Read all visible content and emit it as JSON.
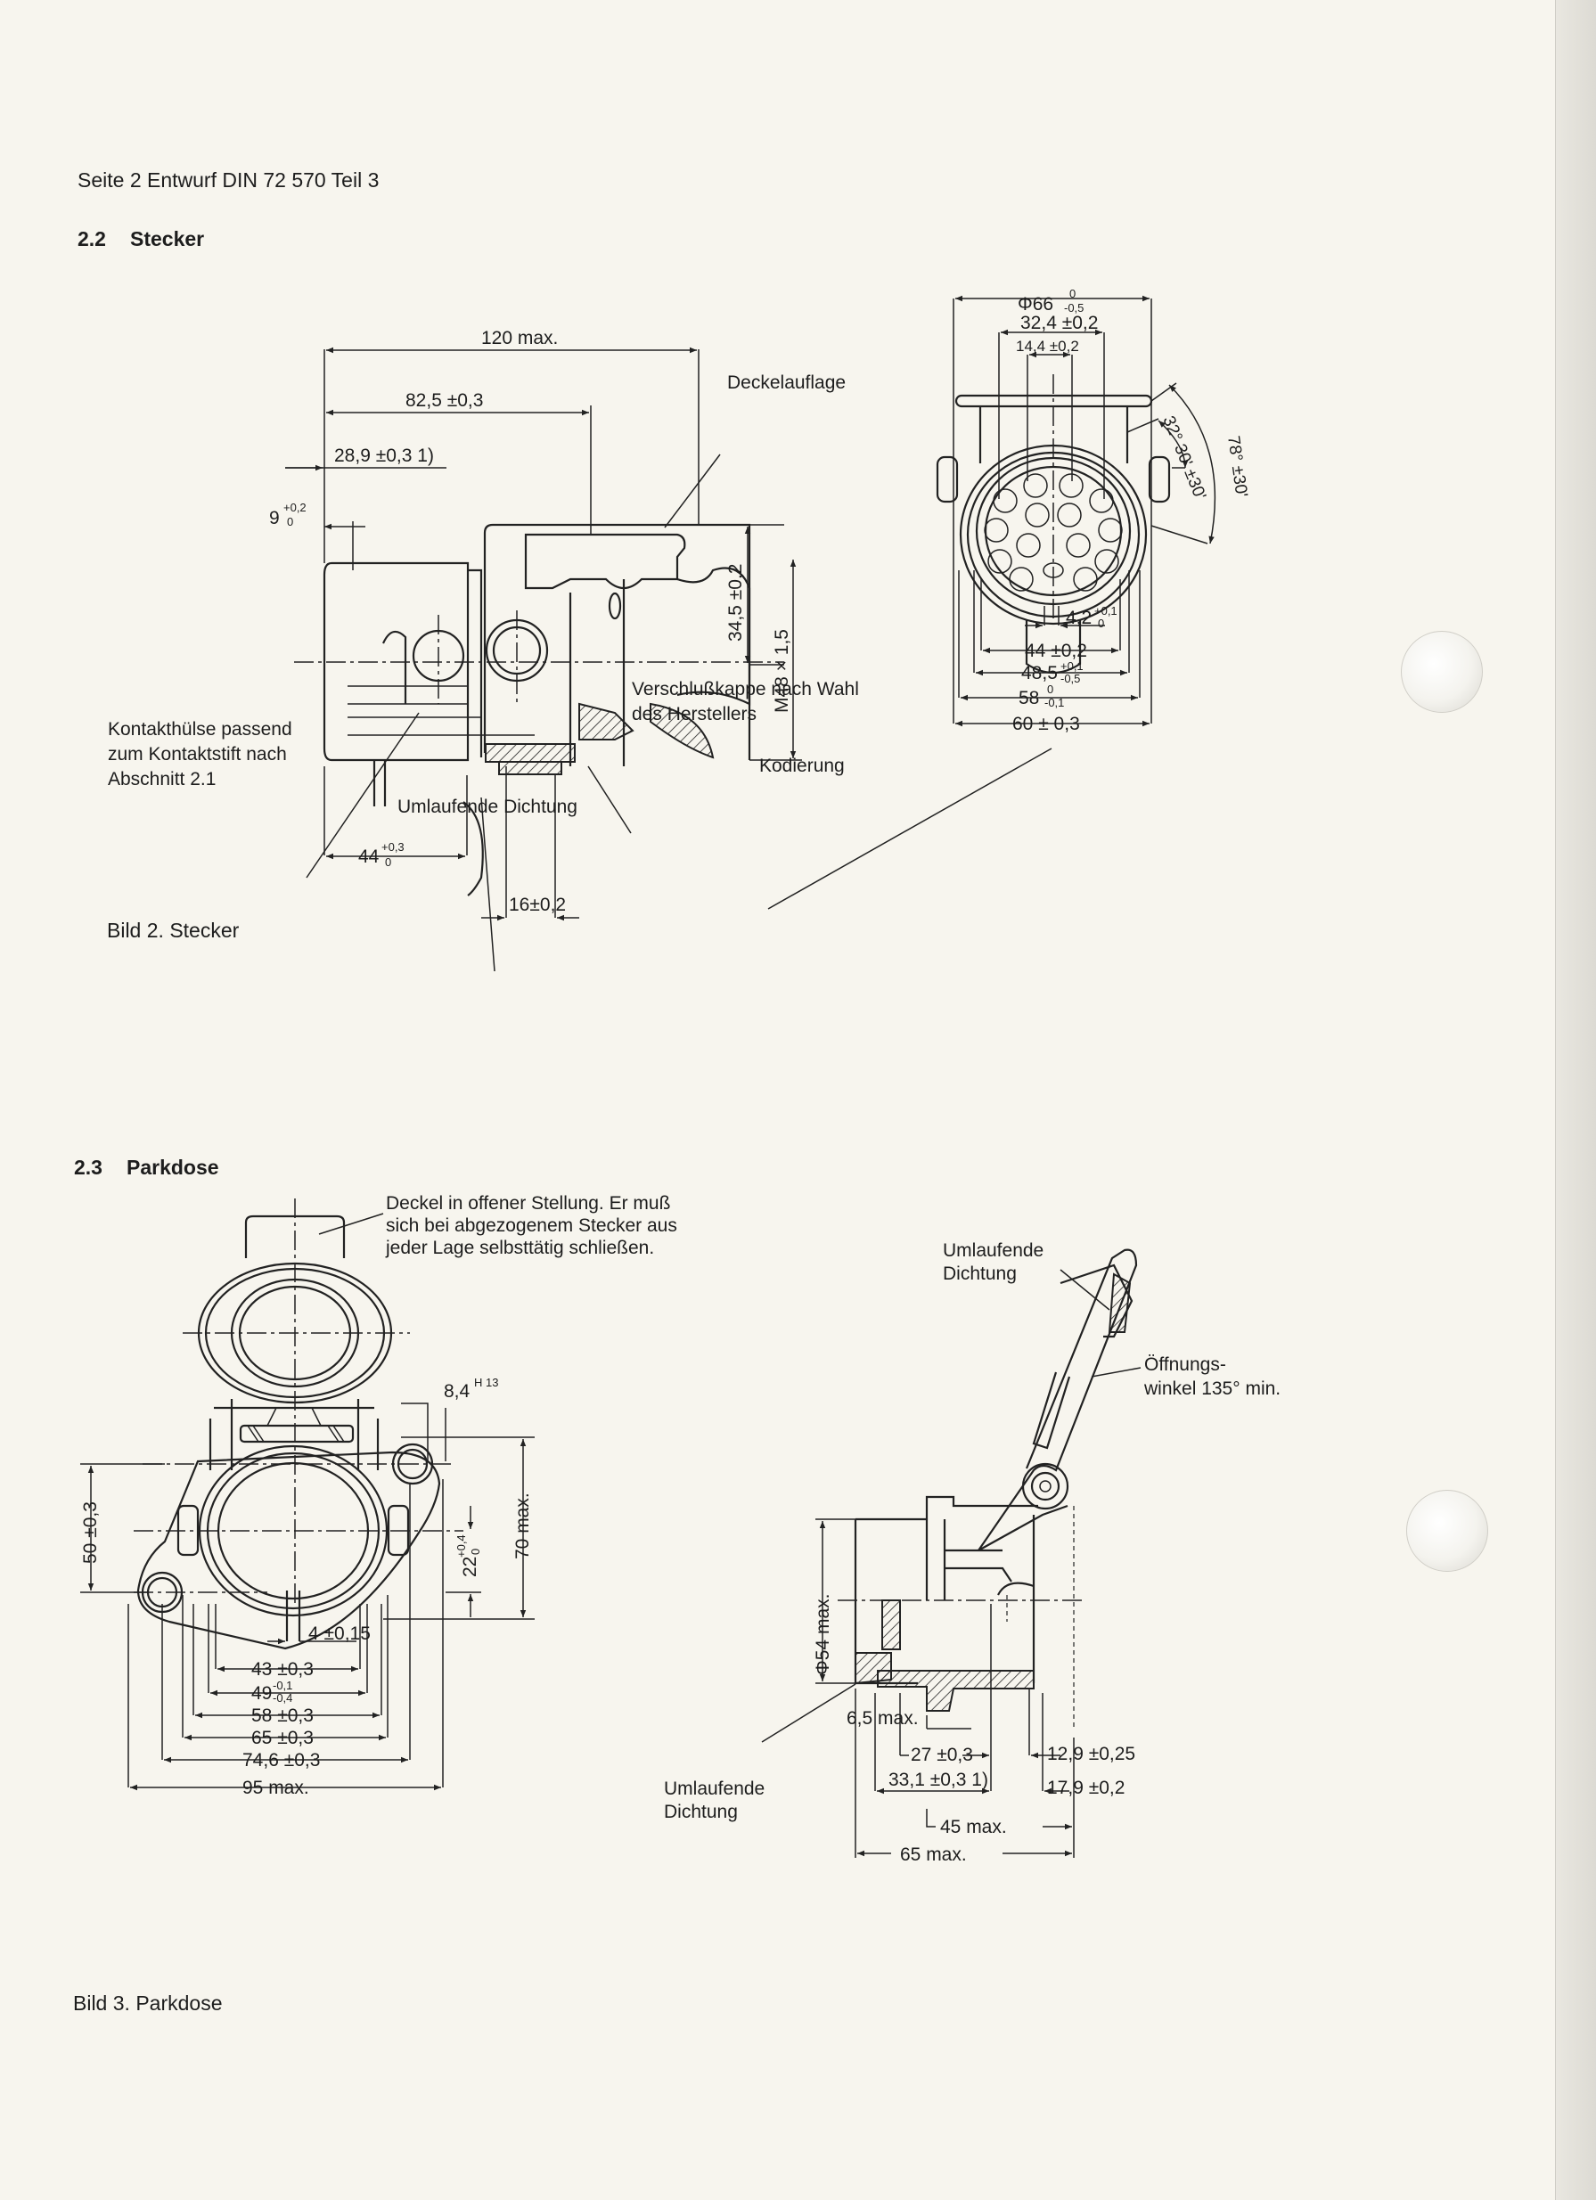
{
  "header": "Seite 2   Entwurf DIN 72 570 Teil 3",
  "section_2_2": {
    "number": "2.2",
    "title": "Stecker"
  },
  "figure_2": {
    "caption": "Bild 2.   Stecker",
    "labels": {
      "deckelauflage": "Deckelauflage",
      "verschluss_1": "Verschlußkappe nach Wahl",
      "verschluss_2": "des Herstellers",
      "kontakt_1": "Kontakthülse passend",
      "kontakt_2": "zum Kontaktstift nach",
      "kontakt_3": "Abschnitt 2.1",
      "dichtung": "Umlaufende Dichtung",
      "kodierung": "Kodierung"
    },
    "dims": {
      "d120": "120 max.",
      "d82": "82,5 ±0,3",
      "d28": "28,9 ±0,3 1)",
      "d9": {
        "v": "9",
        "u": "+0,2",
        "l": "0"
      },
      "d34": "34,5 ±0,2",
      "m48": "M48 × 1,5",
      "d44": {
        "v": "44",
        "u": "+0,3",
        "l": "0"
      },
      "d16": "16±0,2",
      "phi66": {
        "v": "Φ66",
        "u": "0",
        "l": "-0,5"
      },
      "d32": "32,4 ±0,2",
      "d14": "14,4 ±0,2",
      "d4_2": {
        "v": "4,2",
        "u": "+0,1",
        "l": "0"
      },
      "d44b": "44 ±0,2",
      "d48_5": {
        "v": "48,5",
        "u": "+0,1",
        "l": "-0,5"
      },
      "d58": {
        "v": "58",
        "u": "0",
        "l": "-0,1"
      },
      "d60": "60 ± 0,3",
      "a32": "32° 30' ±30'",
      "a78": "78° ±30'"
    }
  },
  "section_2_3": {
    "number": "2.3",
    "title": "Parkdose"
  },
  "figure_3": {
    "caption": "Bild 3.   Parkdose",
    "labels": {
      "deckel_1": "Deckel in offener Stellung. Er muß",
      "deckel_2": "sich bei abgezogenem Stecker aus",
      "deckel_3": "jeder Lage selbsttätig schließen.",
      "dichtung_top_1": "Umlaufende",
      "dichtung_top_2": "Dichtung",
      "oeffnung_1": "Öffnungs-",
      "oeffnung_2": "winkel 135° min.",
      "dichtung_bottom_1": "Umlaufende",
      "dichtung_bottom_2": "Dichtung"
    },
    "dims": {
      "d8_4": {
        "v": "8,4",
        "u": "H 13"
      },
      "d50": "50 ±0,3",
      "d70": "70 max.",
      "d22": {
        "v": "22",
        "u": "+0,4",
        "l": "0"
      },
      "d4": "4 ±0,15",
      "d43": "43 ±0,3",
      "d49": {
        "v": "49",
        "u": "-0,1",
        "l": "-0,4"
      },
      "d58": "58 ±0,3",
      "d65": "65 ±0,3",
      "d74": "74,6 ±0,3",
      "d95": "95 max.",
      "d54": "Φ54 max.",
      "d6_5": "6,5 max.",
      "d27": "27 ±0,3",
      "d33": "33,1 ±0,3 1)",
      "d12": "12,9 ±0,25",
      "d17": "17,9 ±0,2",
      "d45": "45 max.",
      "d65b": "65 max."
    }
  }
}
